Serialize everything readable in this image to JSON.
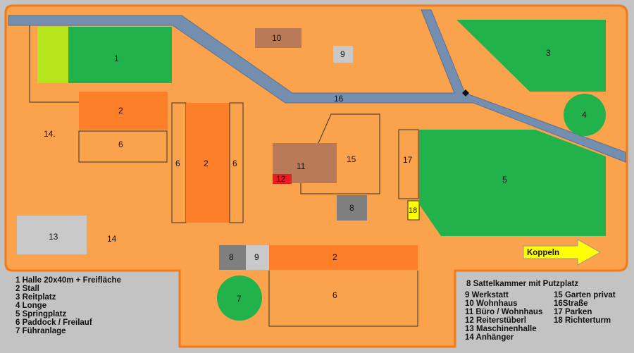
{
  "map": {
    "colors": {
      "ground": "#fba24d",
      "border": "#f27a1a",
      "background": "#c3c3c3",
      "road": "#738eaf",
      "field_green": "#22b24c",
      "lime": "#b5e61d",
      "stall_orange": "#fd7f2a",
      "building_brown": "#b97a57",
      "gray": "#c3c3c3",
      "dark_gray": "#7f7f7f",
      "red": "#ed1c24",
      "yellow": "#ffff00"
    },
    "labels": {
      "halle": "1",
      "stall_top": "2",
      "stall_center": "2",
      "stall_bottom": "2",
      "reitplatz": "3",
      "longe": "4",
      "springplatz": "5",
      "paddock_left": "6",
      "paddock_a": "6",
      "paddock_b": "6",
      "paddock_bottom": "6",
      "fuehranlage": "7",
      "sattelkammer_center": "8",
      "sattelkammer_bottom": "8",
      "werkstatt_top": "9",
      "werkstatt_bottom": "9",
      "wohnhaus": "10",
      "buero": "11",
      "reiterstueberl": "12",
      "maschinenhalle": "13",
      "anhaenger_left": "14.",
      "anhaenger_bottom": "14",
      "garten": "15",
      "strasse": "16",
      "parken": "17",
      "richterturm": "18",
      "koppeln": "Koppeln"
    },
    "legend_left": [
      "1 Halle 20x40m + Freifläche",
      "2 Stall",
      "3 Reitplatz",
      "4 Longe",
      "5 Springplatz",
      "6 Paddock / Freilauf",
      "7 Führanlage"
    ],
    "legend_mid_header": "8 Sattelkammer mit Putzplatz",
    "legend_mid": [
      "9 Werkstatt",
      "10 Wohnhaus",
      "11 Büro / Wohnhaus",
      "12 Reiterstüberl",
      "13 Maschinenhalle",
      "14 Anhänger"
    ],
    "legend_right": [
      "15 Garten privat",
      "16Straße",
      "17 Parken",
      "18 Richterturm"
    ]
  }
}
